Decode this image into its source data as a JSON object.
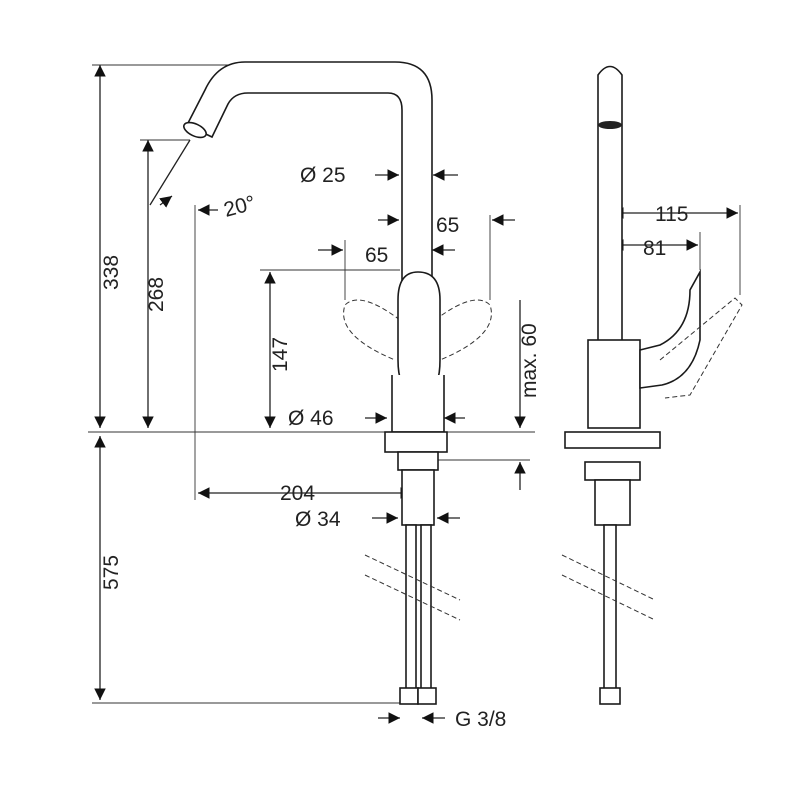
{
  "title": "Kitchen mixer dimension drawing",
  "dimensions": {
    "total_height": "338",
    "spout_height": "268",
    "spout_angle": "20°",
    "spout_diameter": "Ø 25",
    "handle_swing_right": "65",
    "handle_swing_left": "65",
    "body_height": "147",
    "max_clearance": "max. 60",
    "base_diameter": "Ø 46",
    "spout_reach": "204",
    "shank_diameter": "Ø 34",
    "hose_length": "575",
    "connection_thread": "G 3/8",
    "side_depth": "115",
    "side_handle_depth": "81"
  }
}
